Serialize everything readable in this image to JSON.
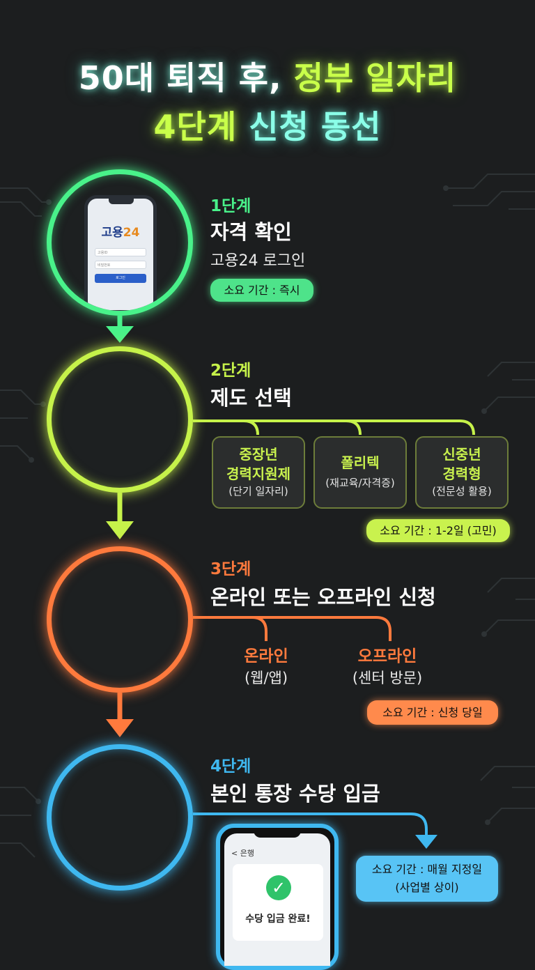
{
  "title": {
    "line1_white": "50대 퇴직 후,",
    "line1_green": "정부 일자리",
    "line2_green": "4단계",
    "line2_cyan": "신청 동선"
  },
  "colors": {
    "step1": "#49f28a",
    "step2": "#c6f24a",
    "step3": "#ff7a3d",
    "step4": "#3fb8f0",
    "background": "#1c1e1f"
  },
  "steps": [
    {
      "label": "1단계",
      "heading": "자격 확인",
      "subtitle": "고용24 로그인",
      "duration": "소요 기간 : 즉시",
      "icon": "phone-login-icon",
      "phone": {
        "logo_text": "고용",
        "logo_num": "24",
        "field1": "고용ID",
        "field2": "비밀번호",
        "button": "로그인"
      }
    },
    {
      "label": "2단계",
      "heading": "제도 선택",
      "icon": "split-arrows-icon",
      "options": [
        {
          "title_line1": "중장년",
          "title_line2": "경력지원제",
          "desc": "(단기 일자리)"
        },
        {
          "title_line1": "폴리텍",
          "title_line2": "",
          "desc": "(재교육/자격증)"
        },
        {
          "title_line1": "신중년",
          "title_line2": "경력형",
          "desc": "(전문성 활용)"
        }
      ],
      "duration": "소요 기간 : 1-2일 (고민)"
    },
    {
      "label": "3단계",
      "heading": "온라인 또는 오프라인 신청",
      "icon": "computer-and-building-icon",
      "options": [
        {
          "title": "온라인",
          "desc": "(웹/앱)"
        },
        {
          "title": "오프라인",
          "desc": "(센터 방문)"
        }
      ],
      "duration": "소요 기간 : 신청 당일"
    },
    {
      "label": "4단계",
      "heading": "본인 통장 수당 입금",
      "icon": "card-and-cash-icon",
      "phone": {
        "back_label": "< 은행",
        "message": "수당 입금 완료!"
      },
      "duration_line1": "소요 기간 : 매월 지정일",
      "duration_line2": "(사업별 상이)"
    }
  ]
}
